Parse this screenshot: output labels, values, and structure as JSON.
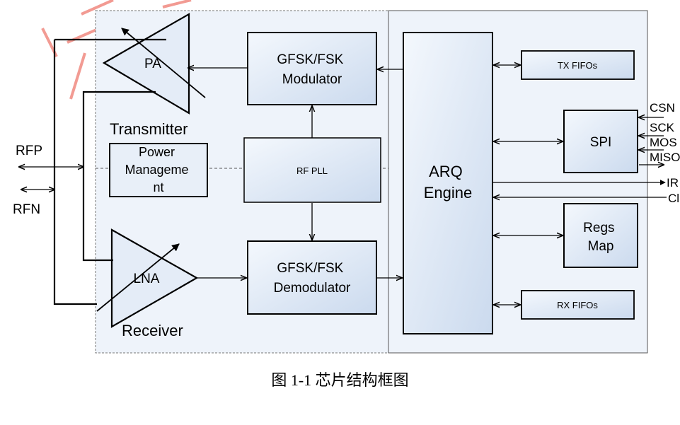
{
  "caption": "图 1-1 芯片结构框图",
  "colors": {
    "block_fill": "#dde8f5",
    "background_fill": "#eef3fa",
    "line": "#000000",
    "watermark": "#e8483a"
  },
  "blocks": {
    "modulator": [
      "GFSK/FSK",
      "Modulator"
    ],
    "demodulator": [
      "GFSK/FSK",
      "Demodulator"
    ],
    "rf_pll": "RF PLL",
    "power": [
      "Power",
      "Manageme",
      "nt"
    ],
    "arq": [
      "ARQ",
      "Engine"
    ],
    "tx_fifos": "TX FIFOs",
    "rx_fifos": "RX FIFOs",
    "spi": "SPI",
    "regs": [
      "Regs",
      "Map"
    ]
  },
  "amplifiers": {
    "pa": "PA",
    "lna": "LNA"
  },
  "sections": {
    "transmitter": "Transmitter",
    "receiver": "Receiver"
  },
  "pins": {
    "rfp": "RFP",
    "rfn": "RFN",
    "csn": "CSN",
    "sck": "SCK",
    "mosi": "MOS",
    "miso": "MISO",
    "irq": "IR",
    "ce": "Cl"
  }
}
